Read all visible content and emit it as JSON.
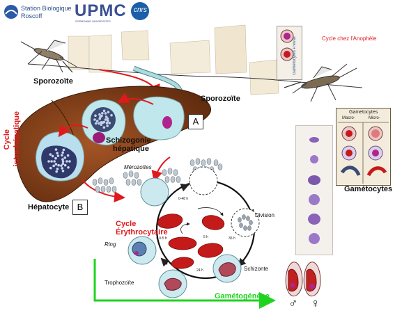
{
  "logos": {
    "sbr_top": "Station Biologique",
    "sbr_bottom": "Roscoff",
    "upmc": "UPMC",
    "upmc_sub": "SORBONNE UNIVERSITES",
    "cnrs": "cnrs"
  },
  "titles": {
    "anopheles_cycle": "Cycle chez l'Anophèle"
  },
  "labels": {
    "sporozoite_left": "Sporozoïte",
    "sporozoite_right": "Sporozoïte",
    "box_a": "A",
    "box_b": "B",
    "schizogonie": "Schizogonie",
    "hepatique": "hépatique",
    "cycle_intra": "Cycle",
    "intra_hepatique": "intra-hépatique",
    "merozoites": "Mérozoïtes",
    "hepatocyte": "Hépatocyte",
    "cycle_ery_1": "Cycle",
    "cycle_ery_2": "Érythrocytaire",
    "ring": "Ring",
    "trophozoite": "Trophozoïte",
    "schizonte": "Schizonte",
    "division": "Division",
    "gametogenese": "Gamétogénèse",
    "gametocytes": "Gamétocytes",
    "male_symbol": "♂",
    "female_symbol": "♀"
  },
  "panel": {
    "title": "Gametocytes",
    "col_macro": "Macro-",
    "col_micro": "Micro-"
  },
  "strip": {
    "text": "Gamétocytes P.vivax"
  },
  "timing": {
    "t1": "0-48 h",
    "t2": "< 0-5 h",
    "t3": "36 h",
    "t4": "24 h",
    "t5": "5 h"
  },
  "colors": {
    "red_label": "#e0191d",
    "green_label": "#1fd31f",
    "liver": "#7a3a15",
    "rbc": "#c41a1a"
  }
}
